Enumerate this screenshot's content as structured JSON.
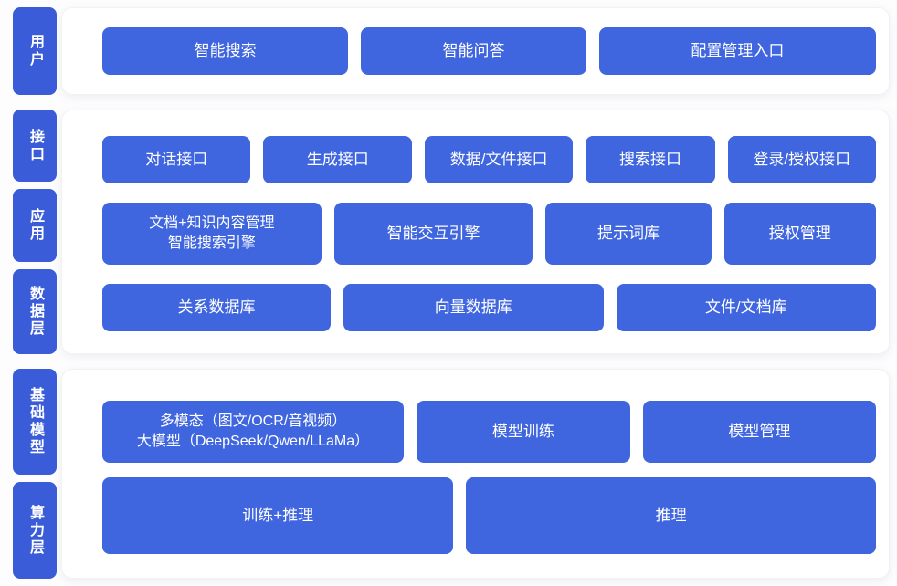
{
  "colors": {
    "primary": "#3f66df",
    "tab": "#3a5cd8",
    "panel": "#ffffff",
    "background": "#fdfdfe",
    "text_on_blue": "#ffffff"
  },
  "layers": [
    {
      "name": "user-layer",
      "tabs": [
        "用户"
      ],
      "rows": [
        [
          "智能搜索",
          "智能问答",
          "配置管理入口"
        ]
      ]
    },
    {
      "name": "interface-application-data-layer",
      "tabs": [
        "接口",
        "应用",
        "数据层"
      ],
      "rows": [
        [
          "对话接口",
          "生成接口",
          "数据/文件接口",
          "搜索接口",
          "登录/授权接口"
        ],
        [
          "文档+知识内容管理\n智能搜索引擎",
          "智能交互引擎",
          "提示词库",
          "授权管理"
        ],
        [
          "关系数据库",
          "向量数据库",
          "文件/文档库"
        ]
      ]
    },
    {
      "name": "foundation-model-compute-layer",
      "tabs": [
        "基础模型",
        "算力层"
      ],
      "rows": [
        [
          "多模态（图文/OCR/音视频）\n大模型（DeepSeek/Qwen/LLaMa）",
          "模型训练",
          "模型管理"
        ],
        [
          "训练+推理",
          "推理"
        ]
      ]
    }
  ]
}
